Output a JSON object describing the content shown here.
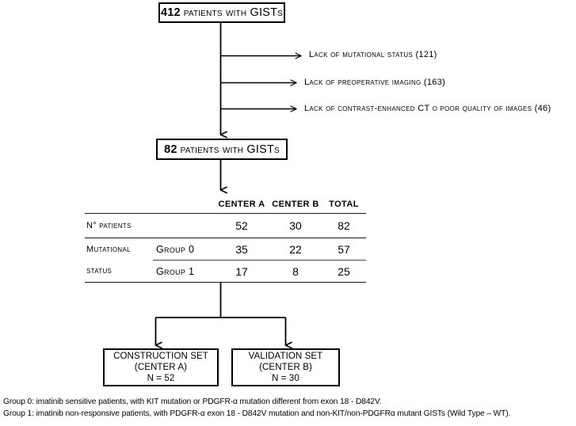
{
  "diagram": {
    "type": "patient-selection-flowchart",
    "nodes": {
      "top_cohort": {
        "count": "412",
        "label": "patients with GISTs"
      },
      "mid_cohort": {
        "count": "82",
        "label": "patients with GISTs"
      },
      "construction_set": {
        "title": "CONSTRUCTION SET",
        "center": "(CENTER A)",
        "n": "N = 52"
      },
      "validation_set": {
        "title": "VALIDATION SET",
        "center": "(CENTER B)",
        "n": "N = 30"
      }
    },
    "exclusions": [
      "Lack of mutational status (121)",
      "Lack of preoperative imaging (163)",
      "Lack of contrast-enhanced CT o poor quality of images (46)"
    ]
  },
  "table": {
    "headers": [
      "",
      "",
      "CENTER A",
      "CENTER B",
      "TOTAL"
    ],
    "rows": [
      {
        "label": "N° patients",
        "group": "",
        "center_a": "52",
        "center_b": "30",
        "total": "82"
      },
      {
        "label": "Mutational",
        "group": "Group 0",
        "center_a": "35",
        "center_b": "22",
        "total": "57"
      },
      {
        "label": "status",
        "group": "Group 1",
        "center_a": "17",
        "center_b": "8",
        "total": "25"
      }
    ]
  },
  "footnotes": [
    "Group 0: imatinib sensitive patients, with KIT mutation or PDGFR-α mutation different from exon 18 - D842V.",
    "Group 1: imatinib non-responsive patients, with PDGFR-α exon 18 - D842V mutation and non-KIT/non-PDGFRα mutant GISTs (Wild Type – WT)."
  ],
  "colors": {
    "line": "#000000",
    "rule": "#1a1a1a",
    "background": "#ffffff"
  }
}
